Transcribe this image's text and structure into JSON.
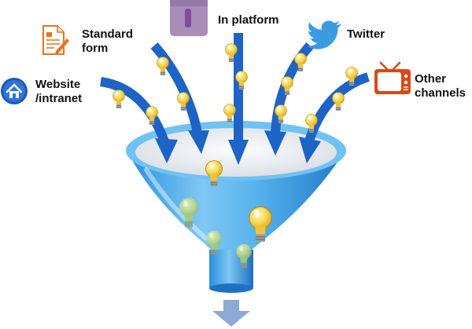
{
  "sources": {
    "website": {
      "line1": "Website",
      "line2": "/intranet",
      "icon": "home-icon"
    },
    "standard": {
      "line1": "Standard",
      "line2": "form",
      "icon": "form-document-icon"
    },
    "platform": {
      "line1": "In platform",
      "icon": "platform-app-icon"
    },
    "twitter": {
      "line1": "Twitter",
      "icon": "twitter-bird-icon"
    },
    "other": {
      "line1": "Other",
      "line2": "channels",
      "icon": "television-icon"
    }
  },
  "colors": {
    "arrow": "#1e63c6",
    "funnel_light": "#8fd0f6",
    "funnel_dark": "#1f7fd0",
    "funnel_opening": "#eef1f4",
    "bulb": "#f6d24a",
    "bulb_faded": "#b9d88a",
    "output_arrow": "#8ea9d6"
  }
}
